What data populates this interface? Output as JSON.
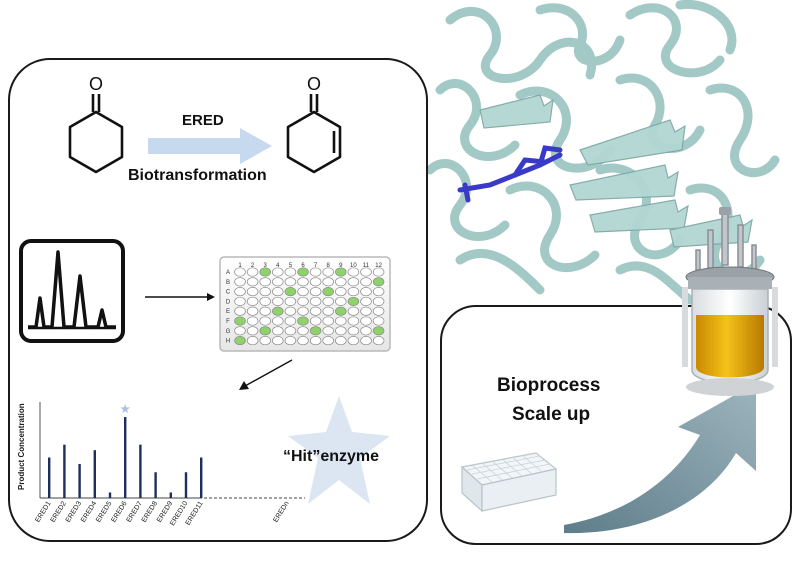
{
  "reaction": {
    "enzyme_label": "ERED",
    "process_label": "Biotransformation",
    "substrate_icon": "cyclohexanone-structure",
    "product_icon": "cyclohexenone-structure"
  },
  "screening": {
    "chromatogram_icon": "chromatogram-icon",
    "plate_icon": "96-well-plate-icon",
    "plate_columns": [
      "1",
      "2",
      "3",
      "4",
      "5",
      "6",
      "7",
      "8",
      "9",
      "10",
      "11",
      "12"
    ],
    "plate_rows": [
      "A",
      "B",
      "C",
      "D",
      "E",
      "F",
      "G",
      "H"
    ]
  },
  "hit": {
    "label": "“Hit”enzyme",
    "accent_color": "#dbe6f2"
  },
  "scaleup": {
    "line1": "Bioprocess",
    "line2": "Scale up",
    "bioreactor_icon": "bioreactor-icon",
    "microplate_icon": "deepwell-plate-icon",
    "arrow_color": "#6f8d99"
  },
  "protein": {
    "icon": "protein-ribbon-structure",
    "ribbon_color": "#b2d6d3",
    "ligand_color": "#3a3ac8"
  },
  "chart_data": {
    "type": "bar",
    "ylabel": "Product Concentration",
    "xlabel": "",
    "title": "",
    "categories": [
      "ERED1",
      "ERED2",
      "ERED3",
      "ERED4",
      "ERED5",
      "ERED6",
      "ERED7",
      "ERED8",
      "ERED9",
      "ERED10",
      "ERED11",
      "EREDn"
    ],
    "values": [
      44,
      58,
      37,
      52,
      6,
      88,
      58,
      28,
      6,
      28,
      44,
      0
    ],
    "ylim": [
      0,
      100
    ],
    "highlight_category": "ERED6",
    "bar_color": "#1f2f5c",
    "grid": false
  }
}
